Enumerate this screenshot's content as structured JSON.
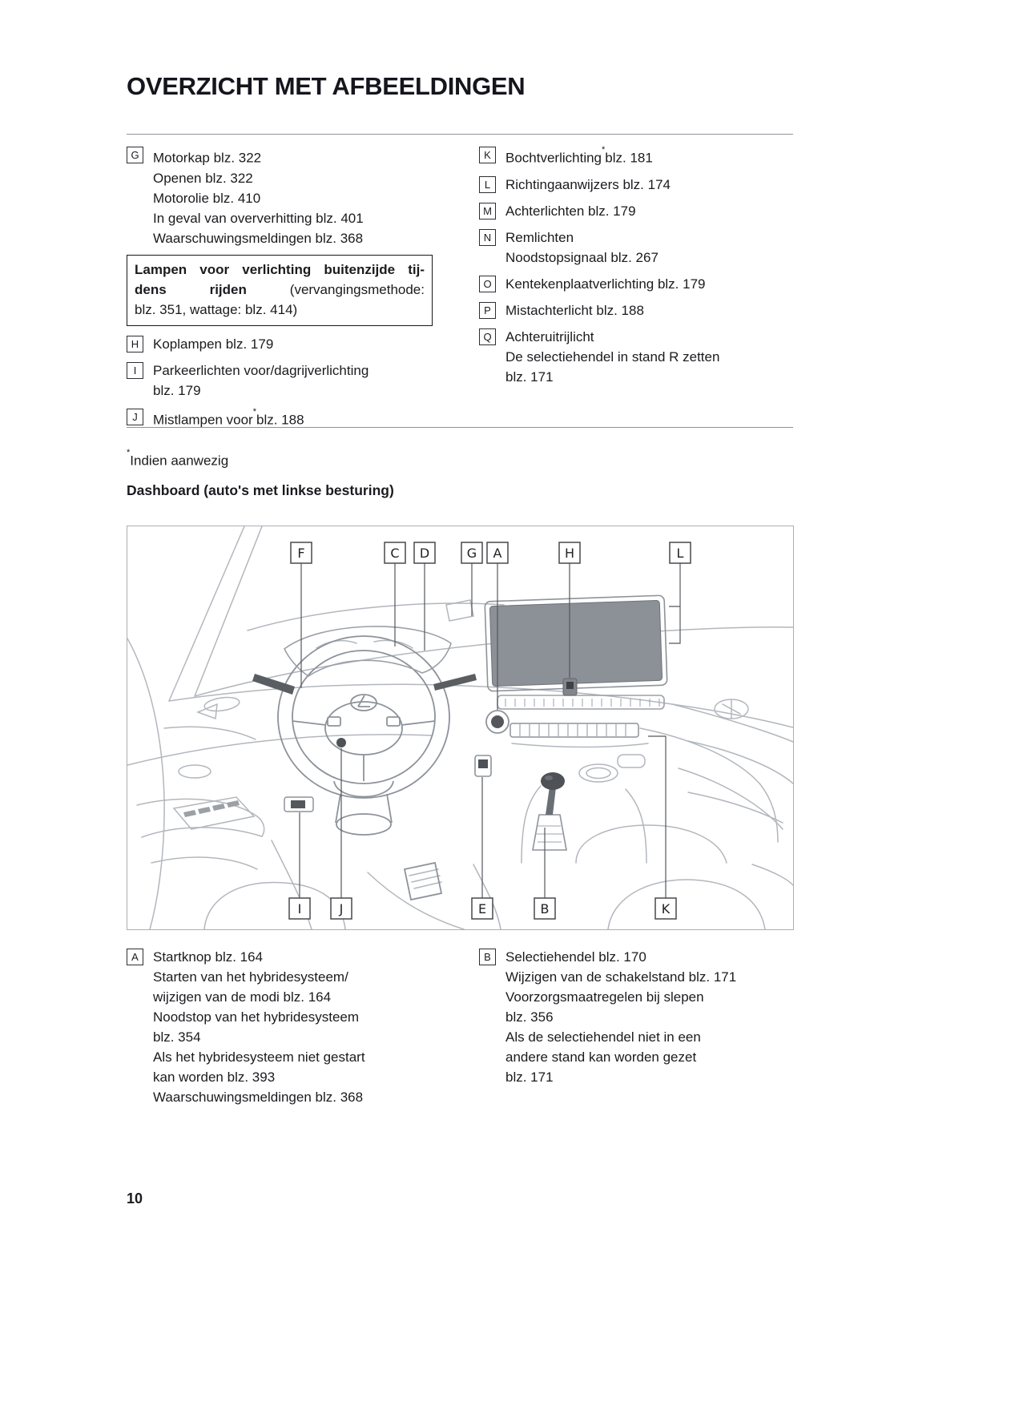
{
  "title": "OVERZICHT MET AFBEELDINGEN",
  "page_number": "10",
  "footnote": {
    "sup": "*",
    "text": "Indien aanwezig"
  },
  "diagram_heading": "Dashboard (auto's met linkse besturing)",
  "note_box": {
    "line1_bold": "Lampen voor verlichting buitenzijde tij-",
    "line2_bold": "dens rijden",
    "line2_normal": "(vervangingsmethode:",
    "line3": "blz. 351, wattage: blz. 414)"
  },
  "top_left": [
    {
      "key": "G",
      "text": "Motorkap blz. 322",
      "sup": "",
      "after": "",
      "sub": [
        "Openen blz. 322",
        "Motorolie blz. 410",
        "In geval van oververhitting blz. 401",
        "Waarschuwingsmeldingen blz. 368"
      ]
    },
    {
      "key": "H",
      "text": "Koplampen blz. 179",
      "sup": "",
      "after": "",
      "sub": []
    },
    {
      "key": "I",
      "text": "Parkeerlichten voor/dagrijverlichting",
      "sup": "",
      "after": "",
      "sub": [
        "blz. 179"
      ]
    },
    {
      "key": "J",
      "text": "Mistlampen voor",
      "sup": "*",
      "after": "blz. 188",
      "sub": []
    }
  ],
  "top_right": [
    {
      "key": "K",
      "text": "Bochtverlichting",
      "sup": "*",
      "after": "blz. 181",
      "sub": []
    },
    {
      "key": "L",
      "text": "Richtingaanwijzers blz. 174",
      "sup": "",
      "after": "",
      "sub": []
    },
    {
      "key": "M",
      "text": "Achterlichten blz. 179",
      "sup": "",
      "after": "",
      "sub": []
    },
    {
      "key": "N",
      "text": "Remlichten",
      "sup": "",
      "after": "",
      "sub": [
        "Noodstopsignaal blz. 267"
      ]
    },
    {
      "key": "O",
      "text": "Kentekenplaatverlichting blz. 179",
      "sup": "",
      "after": "",
      "sub": []
    },
    {
      "key": "P",
      "text": "Mistachterlicht blz. 188",
      "sup": "",
      "after": "",
      "sub": []
    },
    {
      "key": "Q",
      "text": "Achteruitrijlicht",
      "sup": "",
      "after": "",
      "sub": [
        "De selectiehendel in stand R zetten",
        "blz. 171"
      ]
    }
  ],
  "bottom_left": [
    {
      "key": "A",
      "text": "Startknop blz. 164",
      "sup": "",
      "after": "",
      "sub": [
        "Starten van het hybridesysteem/",
        "wijzigen van de modi blz. 164",
        "Noodstop van het hybridesysteem",
        "blz. 354",
        "Als het hybridesysteem niet gestart",
        "kan worden blz. 393",
        "Waarschuwingsmeldingen blz. 368"
      ]
    }
  ],
  "bottom_right": [
    {
      "key": "B",
      "text": "Selectiehendel blz. 170",
      "sup": "",
      "after": "",
      "sub": [
        "Wijzigen van de schakelstand blz. 171",
        "Voorzorgsmaatregelen bij slepen",
        "blz. 356",
        "Als de selectiehendel niet in een",
        "andere stand kan worden gezet",
        "blz. 171"
      ]
    }
  ],
  "diagram": {
    "top_callouts": [
      {
        "label": "F"
      },
      {
        "label": "C"
      },
      {
        "label": "D"
      },
      {
        "label": "G"
      },
      {
        "label": "A"
      },
      {
        "label": "H"
      },
      {
        "label": "L"
      }
    ],
    "bottom_callouts": [
      {
        "label": "I"
      },
      {
        "label": "J"
      },
      {
        "label": "E"
      },
      {
        "label": "B"
      },
      {
        "label": "K"
      }
    ]
  }
}
